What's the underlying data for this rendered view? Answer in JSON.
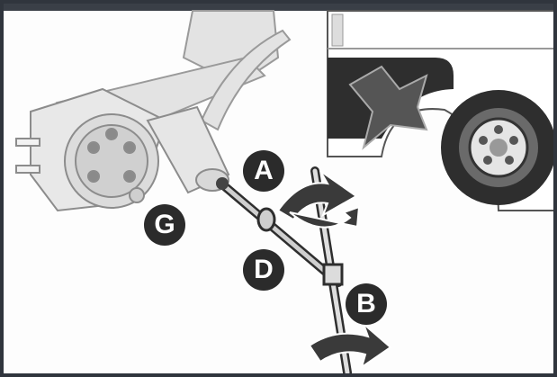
{
  "callouts": {
    "a": "A",
    "b": "B",
    "d": "D",
    "g": "G"
  },
  "colors": {
    "frame": "#30353d",
    "callout_fill": "#2b2b2b",
    "line_art_shade": "#d9d9d9",
    "vehicle_dark": "#2e2e2e"
  },
  "icons": {
    "rotation_arrows": "curved-arrow-icon"
  }
}
